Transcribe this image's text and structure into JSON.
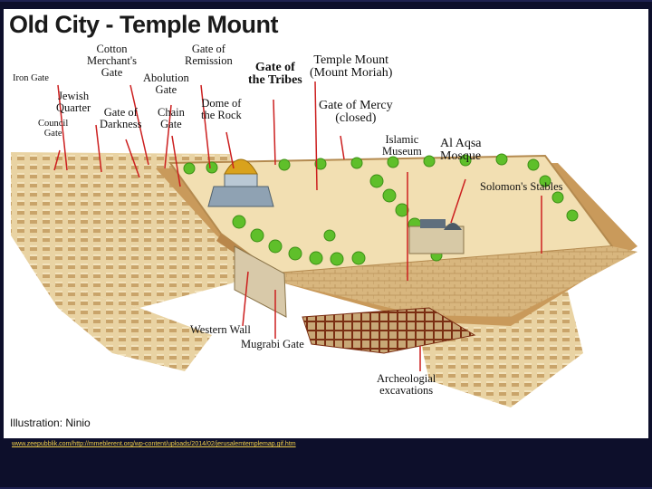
{
  "title": "Old City - Temple Mount",
  "credit": "Illustration: Ninio",
  "source_link": "www.zeepubblik.com/http://mmeblerent.org/wp-content/uploads/2014/02/jerusalemtemplemap.gif.htm",
  "labels": {
    "iron_gate": "Iron Gate",
    "cotton_merchants_gate": "Cotton\nMerchant's\nGate",
    "gate_of_remission": "Gate of\nRemission",
    "gate_of_the_tribes": "Gate of\nthe Tribes",
    "temple_mount": "Temple Mount\n(Mount Moriah)",
    "jewish_quarter": "Jewish\nQuarter",
    "abolution_gate": "Abolution\nGate",
    "council_gate": "Council\nGate",
    "gate_of_darkness": "Gate of\nDarkness",
    "chain_gate": "Chain\nGate",
    "dome_of_the_rock": "Dome of\nthe Rock",
    "gate_of_mercy": "Gate of Mercy\n(closed)",
    "islamic_museum": "Islamic\nMuseum",
    "al_aqsa": "Al Aqsa\nMosque",
    "solomons_stables": "Solomon's Stables",
    "western_wall": "Western Wall",
    "mugrabi_gate": "Mugrabi Gate",
    "archeological_excavations": "Archeologial\nexcavations"
  },
  "colors": {
    "slide_background": "#0d0f2b",
    "wall": "#d9b57a",
    "plaza": "#f1deb0",
    "trees": "#5fbf2a",
    "dome": "#d9a21c",
    "pointer": "#cc1f1f",
    "link": "#f2d04a"
  }
}
